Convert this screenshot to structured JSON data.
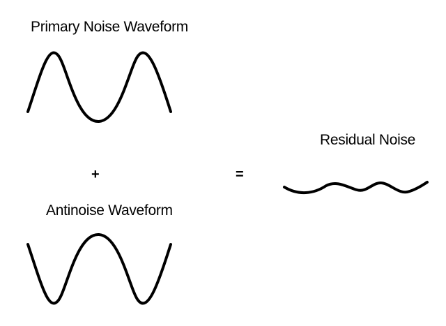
{
  "labels": {
    "primary": "Primary Noise Waveform",
    "antinoise": "Antinoise Waveform",
    "residual": "Residual Noise"
  },
  "operators": {
    "plus": "+",
    "equals": "="
  },
  "colors": {
    "stroke": "#000000",
    "background": "#ffffff"
  }
}
